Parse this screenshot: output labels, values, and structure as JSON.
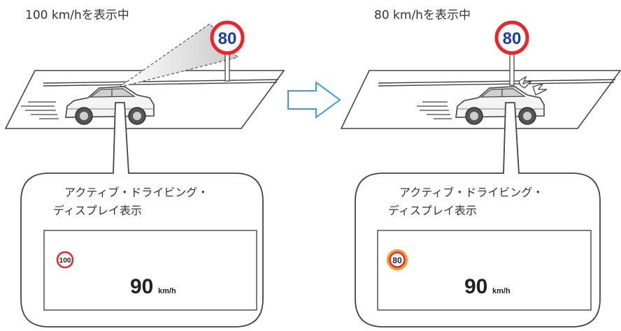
{
  "panels": [
    {
      "caption": "100 km/hを表示中",
      "sign_value": "80",
      "callout_line1": "アクティブ・ドライビング・",
      "callout_line2": "ディスプレイ表示",
      "display_sign_value": "100",
      "speed_value": "90",
      "speed_unit": "km/h"
    },
    {
      "caption": "80 km/hを表示中",
      "sign_value": "80",
      "callout_line1": "アクティブ・ドライビング・",
      "callout_line2": "ディスプレイ表示",
      "display_sign_value": "80",
      "speed_value": "90",
      "speed_unit": "km/h"
    }
  ],
  "colors": {
    "sign_ring": "#e8262e",
    "sign_number": "#1a3f9c",
    "arrow_stroke": "#3a9fd8",
    "glow": "#f5a623"
  }
}
